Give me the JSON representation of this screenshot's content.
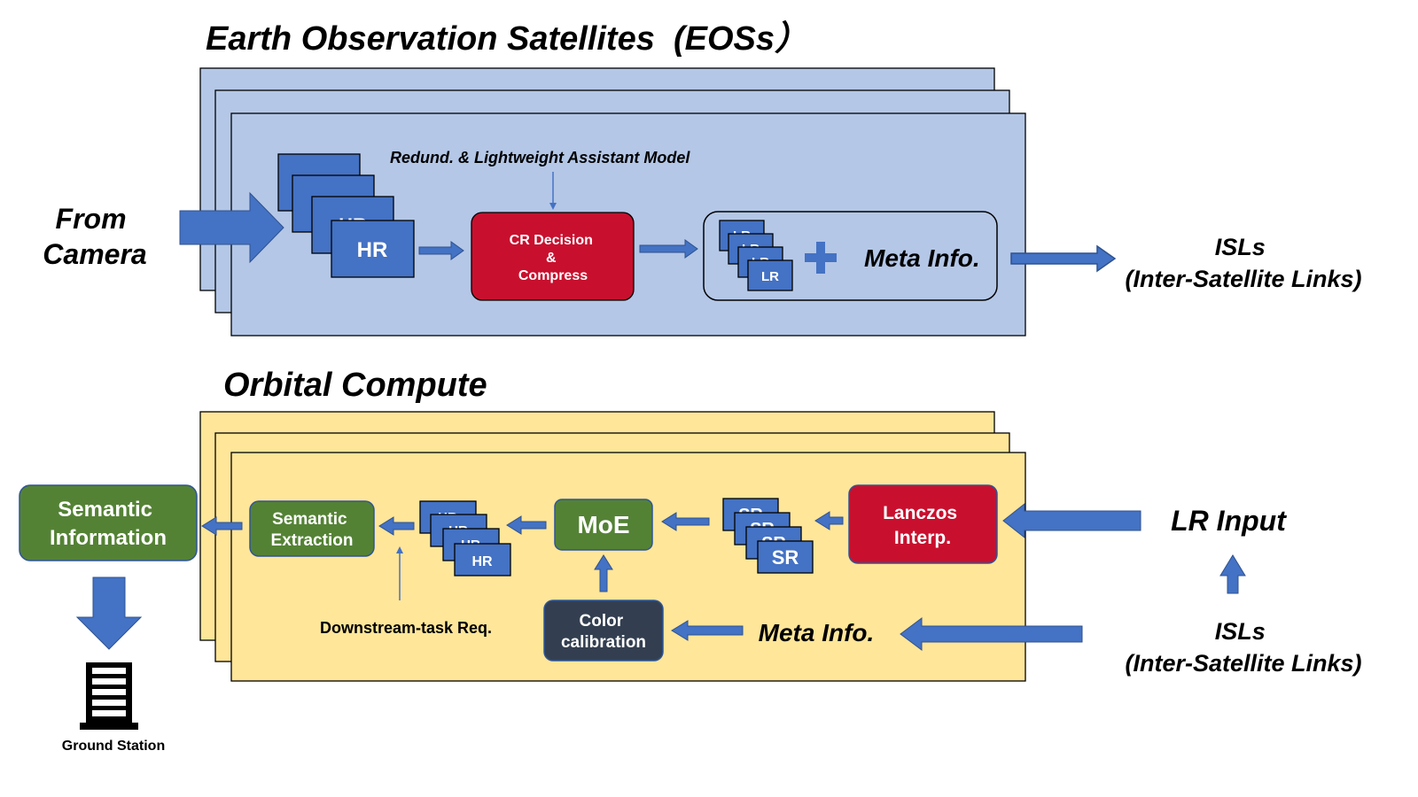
{
  "colors": {
    "eos_panel": "#b4c7e7",
    "oc_panel": "#ffe699",
    "arrow_blue": "#4472c4",
    "frame_blue": "#4472c4",
    "red_box": "#c00000",
    "green_box": "#548235",
    "dark_box": "#333f50"
  },
  "eos": {
    "title": "Earth Observation Satellites  (EOSs）",
    "from_camera_line1": "From",
    "from_camera_line2": "Camera",
    "hr_label": "HR",
    "assistant_label": "Redund. & Lightweight Assistant Model",
    "cr_line1": "CR Decision",
    "cr_line2": "&",
    "cr_line3": "Compress",
    "lr_label": "LR",
    "plus_glyph": "✚",
    "meta_label": "Meta Info.",
    "isl_line1": "ISLs",
    "isl_line2": "(Inter-Satellite Links)"
  },
  "oc": {
    "title": "Orbital Compute",
    "semantic_info_line1": "Semantic",
    "semantic_info_line2": "Information",
    "ground_station": "Ground Station",
    "semantic_extraction_line1": "Semantic",
    "semantic_extraction_line2": "Extraction",
    "hr_label": "HR",
    "moe": "MoE",
    "sr_label": "SR",
    "lanczos_line1": "Lanczos",
    "lanczos_line2": "Interp.",
    "lr_input": "LR Input",
    "downstream": "Downstream-task Req.",
    "color_line1": "Color",
    "color_line2": "calibration",
    "meta_label": "Meta Info.",
    "isl_line1": "ISLs",
    "isl_line2": "(Inter-Satellite Links)"
  }
}
